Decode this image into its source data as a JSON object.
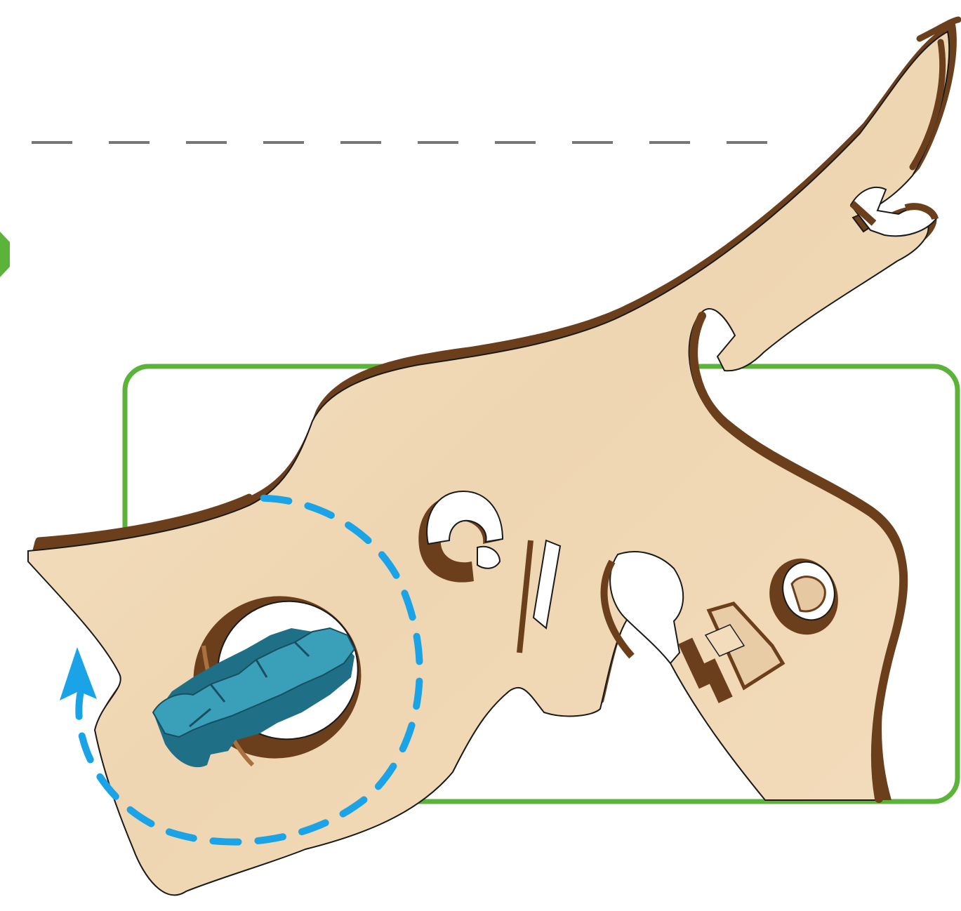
{
  "diagram": {
    "kind": "assembly-instruction-step",
    "colors": {
      "background": "#ffffff",
      "wood_face": "#f2dcbc",
      "wood_edge": "#6b3f1c",
      "wood_edge_light": "#a8713e",
      "outline": "#1a1a1a",
      "green_frame": "#5bb33a",
      "guide_line": "#777777",
      "rotation_hint": "#1aa3e6",
      "peg_face": "#3a9fb8",
      "peg_edge": "#1f6f86"
    },
    "elements": {
      "wooden_part": "wooden-body-piece",
      "peg": "blue-peg",
      "rotation": "rotation-arrow-icon",
      "frame": "green-frame",
      "guide": "dashed-guide-line",
      "step_marker": "green-step-marker-icon"
    }
  }
}
